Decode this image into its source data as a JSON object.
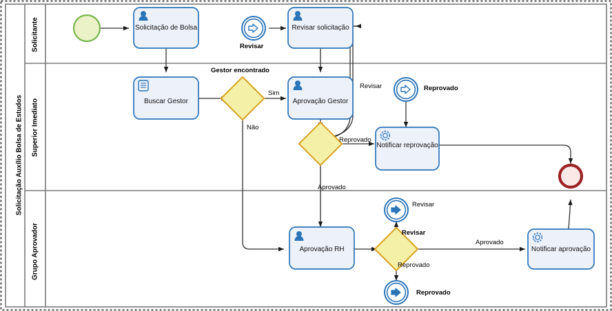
{
  "diagram": {
    "type": "bpmn",
    "pool": {
      "title": "Solicitação Auxílio Bolsa de Estudos"
    },
    "lanes": [
      {
        "id": "lane-solicitante",
        "label": "Solicitante"
      },
      {
        "id": "lane-superior-imediato",
        "label": "Superior Imediato"
      },
      {
        "id": "lane-grupo-aprovador",
        "label": "Grupo Aprovador"
      }
    ],
    "events": [
      {
        "id": "start-event",
        "kind": "start",
        "label": ""
      },
      {
        "id": "catch-revisar-solicitante",
        "kind": "catch-message",
        "label": "Revisar"
      },
      {
        "id": "catch-reprovado-superior",
        "kind": "catch-message",
        "label": "Reprovado"
      },
      {
        "id": "throw-revisar-rh",
        "kind": "throw-message",
        "label": "Revisar"
      },
      {
        "id": "throw-reprovado-rh",
        "kind": "throw-message",
        "label": "Reprovado"
      },
      {
        "id": "end-event",
        "kind": "end",
        "label": ""
      }
    ],
    "tasks": [
      {
        "id": "task-solicitacao-bolsa",
        "label": "Solicitação de Bolsa",
        "icon": "user-icon"
      },
      {
        "id": "task-revisar-solicitacao",
        "label": "Revisar solicitação",
        "icon": "user-icon"
      },
      {
        "id": "task-buscar-gestor",
        "label": "Buscar Gestor",
        "icon": "script-icon"
      },
      {
        "id": "task-aprovacao-gestor",
        "label": "Aprovação Gestor",
        "icon": "user-icon"
      },
      {
        "id": "task-notificar-reprovacao",
        "label": "Notificar reprovação",
        "icon": "gear-icon"
      },
      {
        "id": "task-aprovacao-rh",
        "label": "Aprovação RH",
        "icon": "user-icon"
      },
      {
        "id": "task-notificar-aprovacao",
        "label": "Notificar aprovação",
        "icon": "gear-icon"
      }
    ],
    "gateways": [
      {
        "id": "gateway-gestor-encontrado",
        "label": "Gestor encontrado"
      },
      {
        "id": "gateway-aprovacao-gestor",
        "label": ""
      },
      {
        "id": "gateway-aprovacao-rh",
        "label": ""
      }
    ],
    "flow_labels": [
      {
        "id": "flow-sim",
        "text": "Sim"
      },
      {
        "id": "flow-nao",
        "text": "Não"
      },
      {
        "id": "flow-revisar-superior",
        "text": "Revisar"
      },
      {
        "id": "flow-reprovado-superior",
        "text": "Reprovado"
      },
      {
        "id": "flow-aprovado-superior",
        "text": "Aprovado"
      },
      {
        "id": "flow-revisar-rh",
        "text": "Revisar"
      },
      {
        "id": "flow-reprovado-rh",
        "text": "Reprovado"
      },
      {
        "id": "flow-aprovado-rh",
        "text": "Aprovado"
      }
    ],
    "colors": {
      "task_fill": "#edf1fa",
      "task_stroke": "#2a74b8",
      "gateway_fill": "#f5f0a8",
      "gateway_stroke": "#d8a11e",
      "start_fill": "#ecf2c8",
      "start_stroke": "#79b44c",
      "end_fill": "#fbe9e7",
      "end_stroke": "#9b2226",
      "event_stroke": "#2a74b8",
      "flow_stroke": "#2f2f2f",
      "lane_stroke": "#7a7a7a",
      "icon_blue": "#2a74b8"
    }
  }
}
